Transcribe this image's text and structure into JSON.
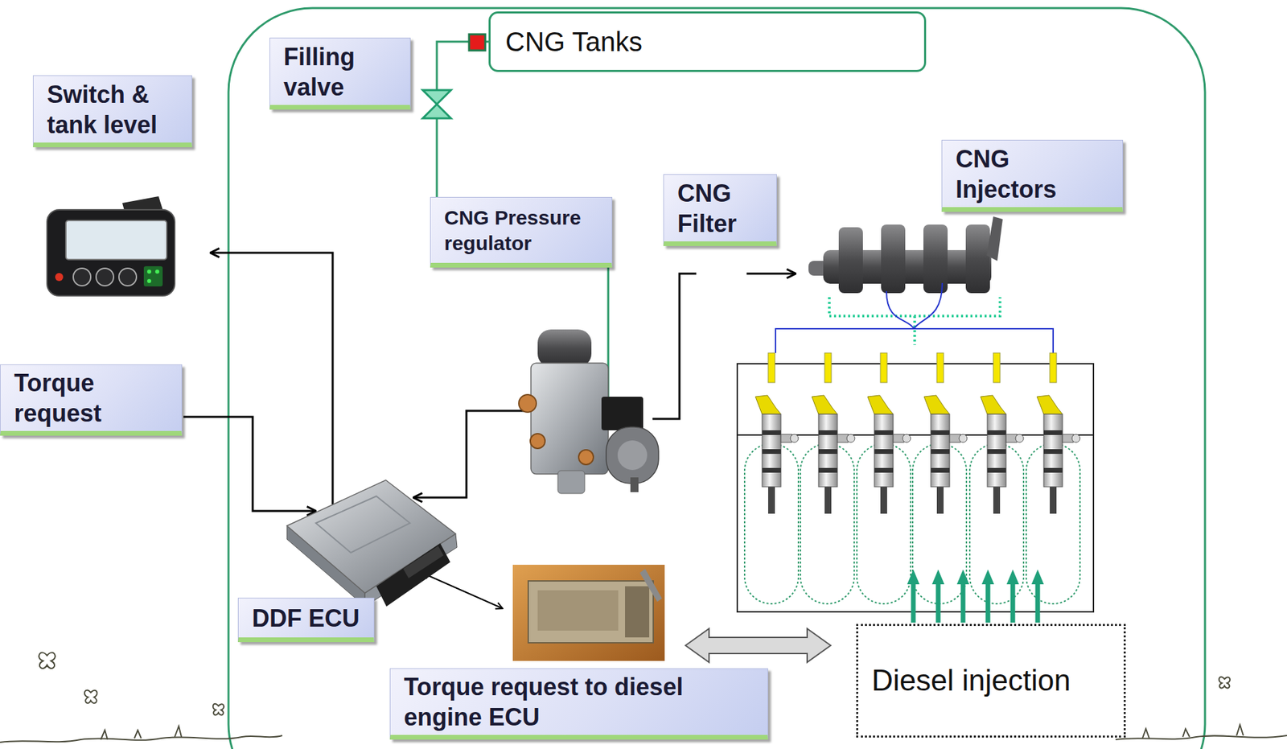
{
  "diagram": {
    "nodes": [
      {
        "text": [
          "Filling valve"
        ]
      },
      {
        "text": [
          "CNG Tanks"
        ]
      },
      {
        "text": [
          "Switch & tank level"
        ]
      },
      {
        "text": [
          "CNG Injectors"
        ]
      },
      {
        "text": [
          "CNG Filter"
        ]
      },
      {
        "text": [
          "CNG Pressure regulator"
        ]
      },
      {
        "text": [
          "Torque request"
        ]
      },
      {
        "text": [
          "DDF ECU"
        ]
      },
      {
        "text": [
          "Torque request to diesel engine ECU"
        ]
      },
      {
        "text": [
          "Diesel injection"
        ]
      }
    ],
    "edges": [
      {
        "from": 1,
        "to": 5,
        "arrow": "none"
      }
    ]
  }
}
